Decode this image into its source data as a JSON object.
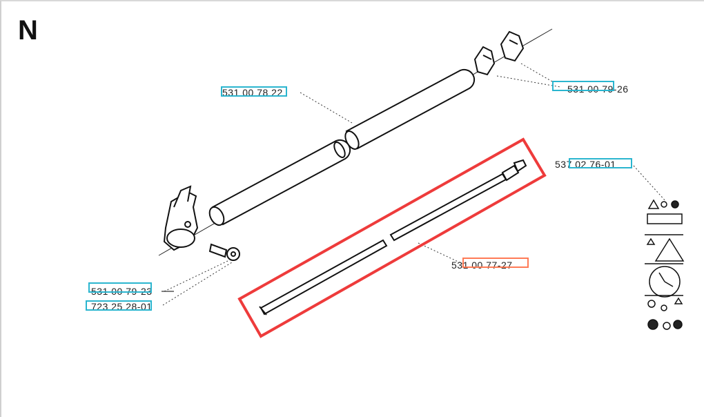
{
  "section": {
    "letter": "N"
  },
  "parts": [
    {
      "id": "tube",
      "number": "531 00 78 22"
    },
    {
      "id": "clamp-top",
      "number": "531 00 79-26"
    },
    {
      "id": "decal",
      "number": "537 02 76-01"
    },
    {
      "id": "drive-shaft",
      "number": "531 00 77-27"
    },
    {
      "id": "clamp-bottom",
      "number": "531 00 79-23"
    },
    {
      "id": "screw",
      "number": "723 25 28-01"
    }
  ],
  "colors": {
    "highlight_cyan": "#2ab5cf",
    "highlight_orange": "#ff7a55",
    "selection_red": "#ee3b3b",
    "line": "#111111"
  }
}
